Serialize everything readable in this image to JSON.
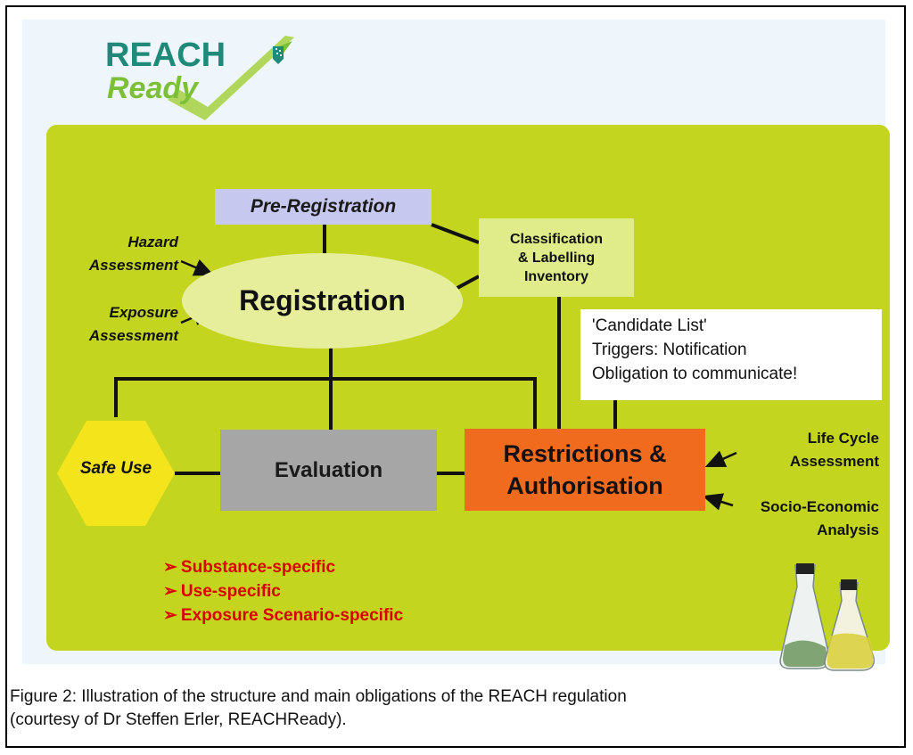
{
  "logo": {
    "line1": "REACH",
    "line2": "Ready"
  },
  "boxes": {
    "pre_registration": "Pre-Registration",
    "registration": "Registration",
    "classification": [
      "Classification",
      "& Labelling",
      "Inventory"
    ],
    "candidate": [
      "'Candidate List'",
      "Triggers: Notification",
      "Obligation to communicate!"
    ],
    "evaluation": "Evaluation",
    "restrictions": [
      "Restrictions &",
      "Authorisation"
    ],
    "safe_use": "Safe Use"
  },
  "inputs_left": {
    "hazard": [
      "Hazard",
      "Assessment"
    ],
    "exposure": [
      "Exposure",
      "Assessment"
    ]
  },
  "inputs_right": {
    "life_cycle": [
      "Life Cycle",
      "Assessment"
    ],
    "socio": [
      "Socio-Economic",
      "Analysis"
    ]
  },
  "bullets": [
    "Substance-specific",
    "Use-specific",
    "Exposure Scenario-specific"
  ],
  "caption": [
    "Figure 2: Illustration of the structure and main obligations of the REACH regulation",
    "(courtesy of Dr Steffen Erler, REACHReady)."
  ],
  "colors": {
    "green_panel": "#c4d520",
    "pre_registration": "#c6c8f0",
    "registration": "#e6ee9c",
    "evaluation": "#a6a6a6",
    "restrictions": "#f06b1e",
    "safe_use": "#f4e41c",
    "bullets": "#d80000",
    "logo_teal": "#1f8a7a",
    "logo_green": "#7cc03a"
  }
}
